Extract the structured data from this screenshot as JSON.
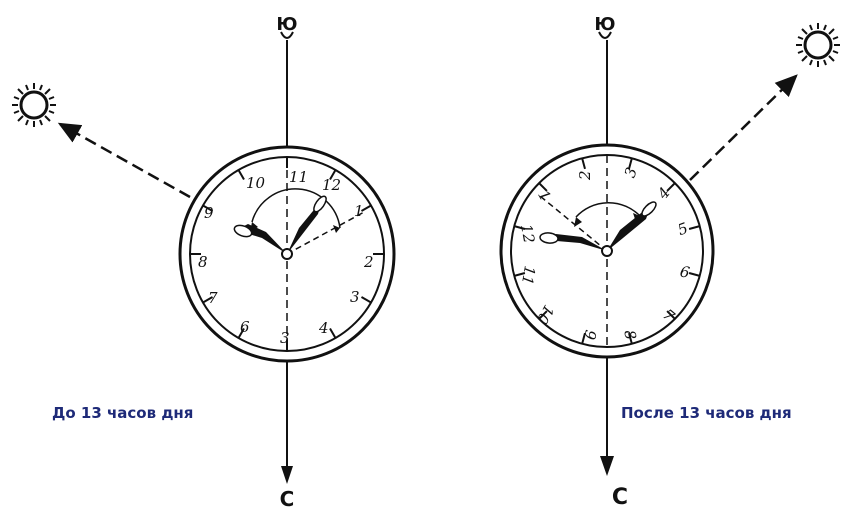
{
  "panels": [
    {
      "caption": "До 13 часов дня",
      "top_letter": "Ю",
      "bottom_letter": "С",
      "dial_numbers": [
        "10",
        "11",
        "12",
        "1",
        "2",
        "3",
        "4",
        "3",
        "6",
        "7",
        "8",
        "9"
      ]
    },
    {
      "caption": "После 13 часов дня",
      "top_letter": "Ю",
      "bottom_letter": "С",
      "dial_numbers": [
        "2",
        "3",
        "4",
        "5",
        "6",
        "7",
        "8",
        "9",
        "10",
        "11",
        "12",
        "1"
      ]
    }
  ],
  "colors": {
    "caption": "#1e2a78",
    "ink": "#111111"
  }
}
